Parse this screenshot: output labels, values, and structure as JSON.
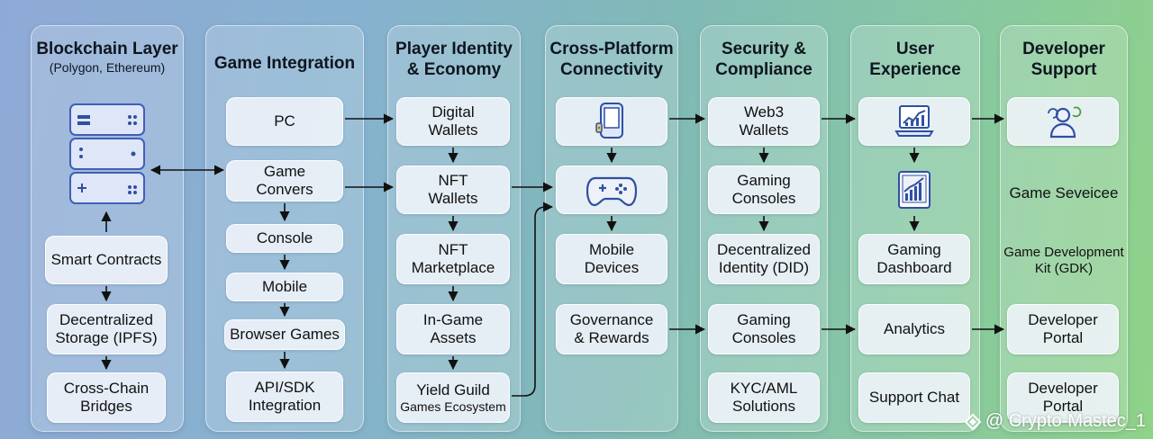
{
  "columns": [
    {
      "title": "Blockchain Layer",
      "subtitle": "(Polygon, Ethereum)"
    },
    {
      "title": "Game Integration"
    },
    {
      "title": "Player Identity\n& Economy"
    },
    {
      "title": "Cross-Platform\nConnectivity"
    },
    {
      "title": "Security &\nCompliance"
    },
    {
      "title": "User\nExperience"
    },
    {
      "title": "Developer\nSupport"
    }
  ],
  "blockchain": {
    "smart_contracts": "Smart Contracts",
    "storage": "Decentralized\nStorage (IPFS)",
    "bridges": "Cross-Chain\nBridges"
  },
  "game_integration": {
    "pc": "PC",
    "game_convers": "Game\nConvers",
    "console": "Console",
    "mobile": "Mobile",
    "browser": "Browser Games",
    "api": "API/SDK\nIntegration"
  },
  "identity": {
    "digital_wallets": "Digital\nWallets",
    "nft_wallets": "NFT\nWallets",
    "nft_marketplace": "NFT\nMarketplace",
    "ingame_assets": "In-Game\nAssets",
    "yield_guild_1": "Yield Guild",
    "yield_guild_2": "Games Ecosystem"
  },
  "cross": {
    "mobile_devices": "Mobile\nDevices",
    "governance": "Governance\n& Rewards"
  },
  "security": {
    "web3": "Web3\nWallets",
    "gaming_consoles": "Gaming\nConsoles",
    "did": "Decentralized\nIdentity (DID)",
    "gaming_consoles_2": "Gaming\nConsoles",
    "kyc": "KYC/AML\nSolutions"
  },
  "ux": {
    "dashboard": "Gaming\nDashboard",
    "analytics": "Analytics",
    "support_chat": "Support Chat"
  },
  "dev": {
    "game_services": "Game Seveicee",
    "gdk": "Game Development\nKit (GDK)",
    "portal": "Developer\nPortal",
    "portal_2": "Developer\nPortal"
  },
  "watermark": "@ Crypto-Mastec_1",
  "colors": {
    "icon_blue": "#2f4fa3",
    "box_bg": "#eef2f8"
  }
}
